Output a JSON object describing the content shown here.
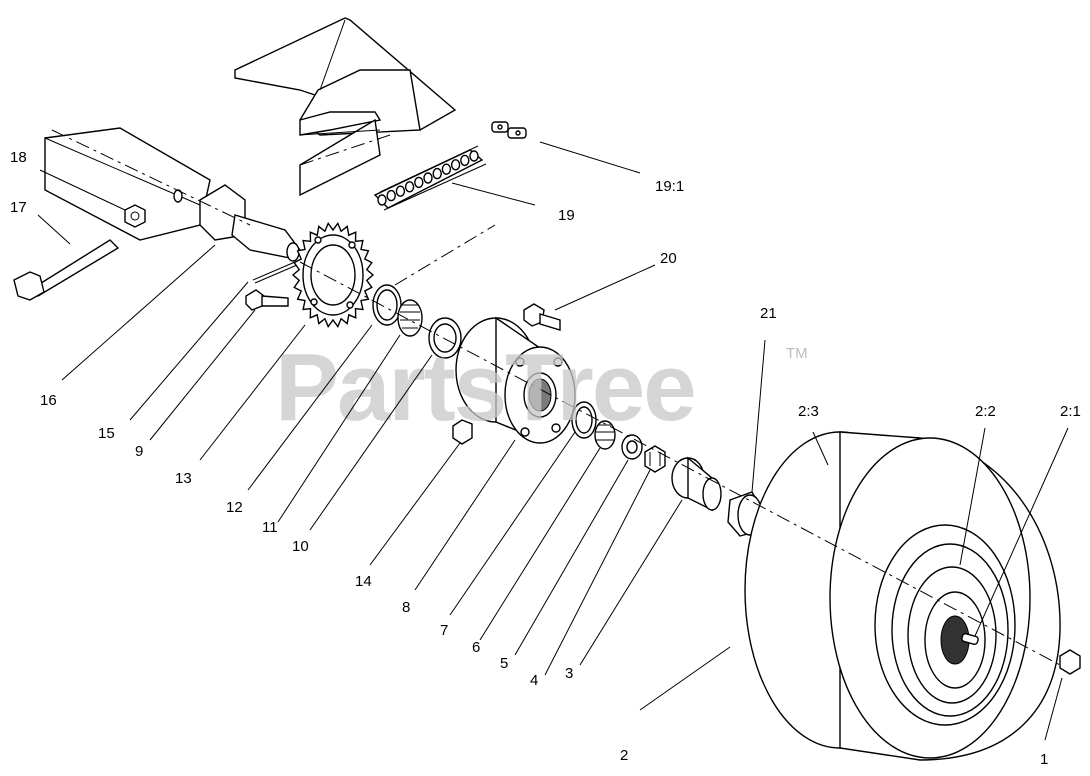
{
  "watermark": {
    "text": "PartsTree",
    "trademark": "TM"
  },
  "labels": [
    {
      "id": "18",
      "text": "18"
    },
    {
      "id": "17",
      "text": "17"
    },
    {
      "id": "16",
      "text": "16"
    },
    {
      "id": "15",
      "text": "15"
    },
    {
      "id": "9",
      "text": "9"
    },
    {
      "id": "13",
      "text": "13"
    },
    {
      "id": "12",
      "text": "12"
    },
    {
      "id": "11",
      "text": "11"
    },
    {
      "id": "10",
      "text": "10"
    },
    {
      "id": "14",
      "text": "14"
    },
    {
      "id": "8",
      "text": "8"
    },
    {
      "id": "7",
      "text": "7"
    },
    {
      "id": "6",
      "text": "6"
    },
    {
      "id": "5",
      "text": "5"
    },
    {
      "id": "4",
      "text": "4"
    },
    {
      "id": "3",
      "text": "3"
    },
    {
      "id": "2",
      "text": "2"
    },
    {
      "id": "1",
      "text": "1"
    },
    {
      "id": "19-1",
      "text": "19:1"
    },
    {
      "id": "19",
      "text": "19"
    },
    {
      "id": "20",
      "text": "20"
    },
    {
      "id": "21",
      "text": "21"
    },
    {
      "id": "2-3",
      "text": "2:3"
    },
    {
      "id": "2-2",
      "text": "2:2"
    },
    {
      "id": "2-1",
      "text": "2:1"
    }
  ]
}
